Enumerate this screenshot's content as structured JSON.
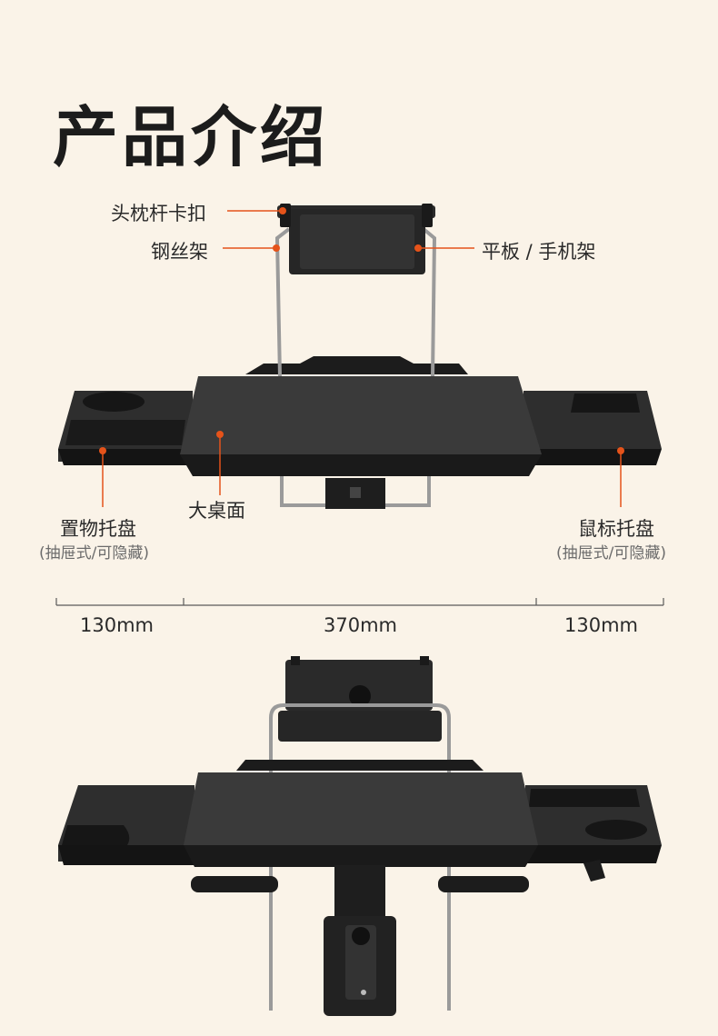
{
  "title": "产品介绍",
  "callouts": {
    "headrest_clip": "头枕杆卡扣",
    "steel_wire_frame": "钢丝架",
    "tablet_phone_holder": "平板 / 手机架",
    "main_desk": "大桌面",
    "storage_tray": "置物托盘",
    "storage_tray_note": "(抽屉式/可隐藏)",
    "mouse_tray": "鼠标托盘",
    "mouse_tray_note": "(抽屉式/可隐藏)"
  },
  "dimensions": {
    "left": "130mm",
    "center": "370mm",
    "right": "130mm"
  },
  "colors": {
    "background": "#faf3e8",
    "accent": "#e5531a",
    "product": "#2b2b2b"
  }
}
